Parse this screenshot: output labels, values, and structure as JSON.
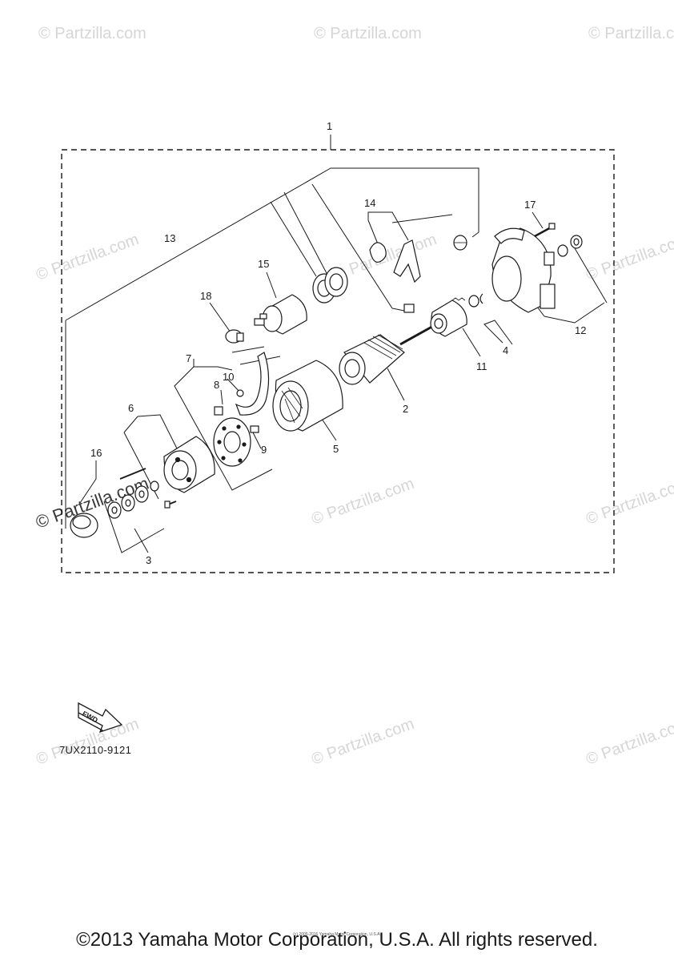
{
  "watermark": {
    "text": "© Partzilla.com"
  },
  "callouts": [
    "1",
    "2",
    "3",
    "4",
    "5",
    "6",
    "7",
    "8",
    "9",
    "10",
    "11",
    "12",
    "13",
    "14",
    "15",
    "16",
    "17",
    "18"
  ],
  "fwd_label": "FWD",
  "part_code": "7UX2110-9121",
  "footer": {
    "copyright": "©2013 Yamaha Motor Corporation, U.S.A. All rights reserved.",
    "tiny_copyright": "(c) 2005-2016 Yamaha Motor Corporation, U.S.A."
  }
}
